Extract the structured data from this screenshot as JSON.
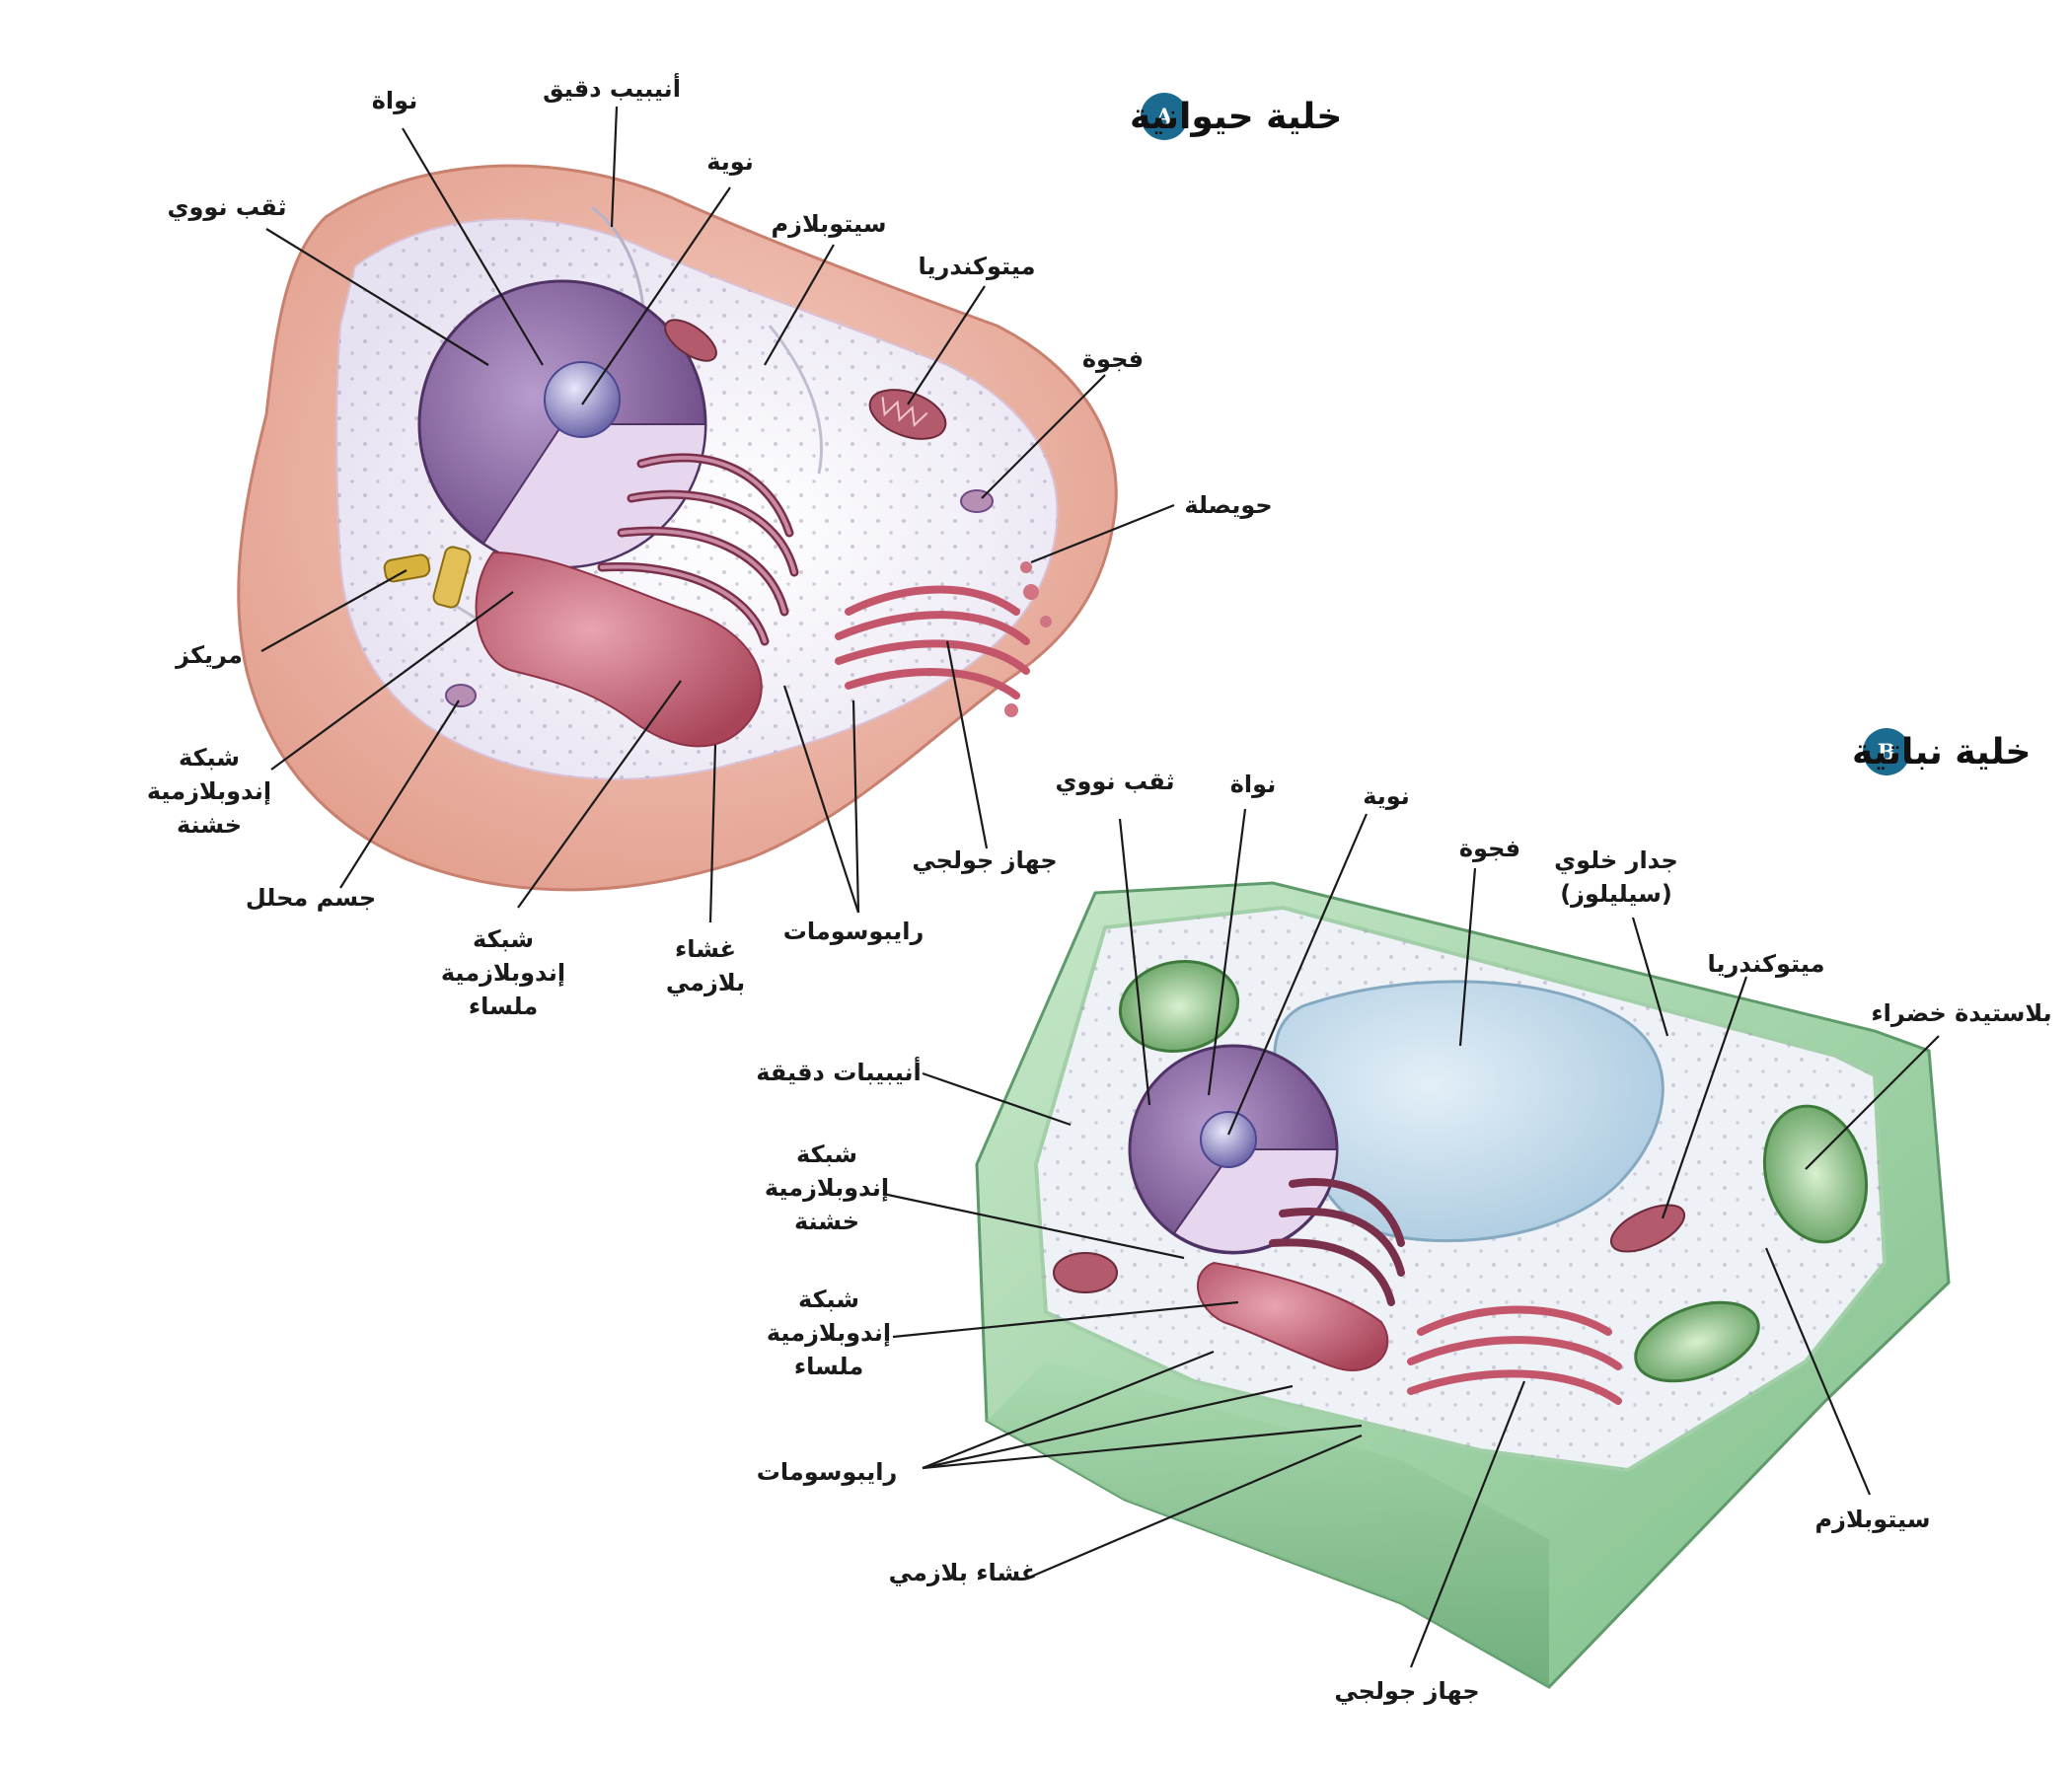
{
  "panel_a": {
    "badge": "A",
    "title": "خلية حيوانية",
    "labels": {
      "nucleus": "نواة",
      "microtubule": "أنيبيب دقيق",
      "nucleolus": "نوية",
      "nuclear_pore": "ثقب نووي",
      "cytoplasm": "سيتوبلازم",
      "mitochondria": "ميتوكندريا",
      "vacuole": "فجوة",
      "vesicle": "حويصلة",
      "centriole": "مريكز",
      "rough_er": [
        "شبكة",
        "إندوبلازمية",
        "خشنة"
      ],
      "lysosome": "جسم محلل",
      "smooth_er": [
        "شبكة",
        "إندوبلازمية",
        "ملساء"
      ],
      "plasma_membrane": [
        "غشاء",
        "بلازمي"
      ],
      "ribosomes": "رايبوسومات",
      "golgi": "جهاز جولجي"
    }
  },
  "panel_b": {
    "badge": "B",
    "title": "خلية نباتية",
    "labels": {
      "nuclear_pore": "ثقب نووي",
      "nucleus": "نواة",
      "nucleolus": "نوية",
      "vacuole": "فجوة",
      "cell_wall": [
        "جدار خلوي",
        "(سيليلوز)"
      ],
      "mitochondria": "ميتوكندريا",
      "chloroplast": "بلاستيدة خضراء",
      "microtubules": "أنيبيبات دقيقة",
      "rough_er": [
        "شبكة",
        "إندوبلازمية",
        "خشنة"
      ],
      "smooth_er": [
        "شبكة",
        "إندوبلازمية",
        "ملساء"
      ],
      "ribosomes": "رايبوسومات",
      "cytoplasm": "سيتوبلازم",
      "plasma_membrane": "غشاء بلازمي",
      "golgi": "جهاز جولجي"
    }
  },
  "colors": {
    "badge": "#1b6a8f",
    "animal_membrane": "#e8a998",
    "cytoplasm": "#f3f1f8",
    "nucleus": "#8c6aa6",
    "er": "#b84d63",
    "golgi": "#d27384",
    "plant_wall": "#9fd3a8",
    "plant_vacuole": "#c7dff0",
    "chloroplast": "#6aa864"
  }
}
